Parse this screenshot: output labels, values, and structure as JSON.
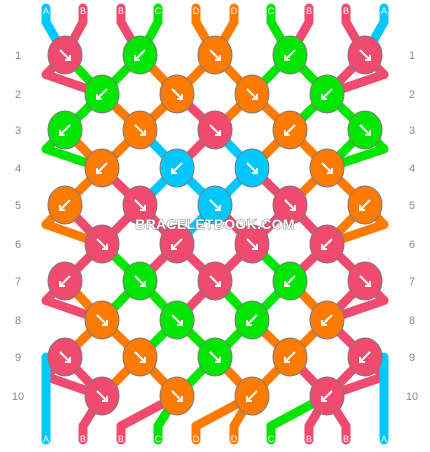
{
  "watermark": "BRACELETBOOK.COM",
  "row_labels": [
    "1",
    "2",
    "3",
    "4",
    "5",
    "6",
    "7",
    "8",
    "9",
    "10"
  ],
  "colors": {
    "A": "#00c8ff",
    "B": "#f04a6e",
    "C": "#00e600",
    "D": "#ff7a00"
  },
  "threads_top": [
    "A",
    "B",
    "B",
    "C",
    "D",
    "D",
    "C",
    "B",
    "B",
    "A"
  ],
  "threads_bottom": [
    "A",
    "B",
    "B",
    "C",
    "D",
    "D",
    "C",
    "B",
    "B",
    "A"
  ],
  "knots": [
    [
      {
        "c": "B",
        "a": "se"
      },
      {
        "c": "C",
        "a": "sw"
      },
      {
        "c": "D",
        "a": "se"
      },
      {
        "c": "C",
        "a": "sw"
      },
      {
        "c": "B",
        "a": "se"
      }
    ],
    [
      {
        "c": "C",
        "a": "sw"
      },
      {
        "c": "D",
        "a": "se"
      },
      {
        "c": "D",
        "a": "se"
      },
      {
        "c": "C",
        "a": "sw"
      }
    ],
    [
      {
        "c": "C",
        "a": "sw"
      },
      {
        "c": "D",
        "a": "se"
      },
      {
        "c": "B",
        "a": "se"
      },
      {
        "c": "D",
        "a": "sw"
      },
      {
        "c": "C",
        "a": "se"
      }
    ],
    [
      {
        "c": "D",
        "a": "sw"
      },
      {
        "c": "A",
        "a": "sw"
      },
      {
        "c": "A",
        "a": "se"
      },
      {
        "c": "D",
        "a": "se"
      }
    ],
    [
      {
        "c": "D",
        "a": "sw"
      },
      {
        "c": "B",
        "a": "se"
      },
      {
        "c": "A",
        "a": "se"
      },
      {
        "c": "B",
        "a": "se"
      },
      {
        "c": "D",
        "a": "sw"
      }
    ],
    [
      {
        "c": "B",
        "a": "se"
      },
      {
        "c": "B",
        "a": "sw"
      },
      {
        "c": "B",
        "a": "se"
      },
      {
        "c": "B",
        "a": "sw"
      }
    ],
    [
      {
        "c": "B",
        "a": "sw"
      },
      {
        "c": "C",
        "a": "se"
      },
      {
        "c": "B",
        "a": "se"
      },
      {
        "c": "C",
        "a": "sw"
      },
      {
        "c": "B",
        "a": "se"
      }
    ],
    [
      {
        "c": "D",
        "a": "se"
      },
      {
        "c": "C",
        "a": "se"
      },
      {
        "c": "C",
        "a": "sw"
      },
      {
        "c": "D",
        "a": "sw"
      }
    ],
    [
      {
        "c": "B",
        "a": "se"
      },
      {
        "c": "D",
        "a": "se"
      },
      {
        "c": "C",
        "a": "se"
      },
      {
        "c": "D",
        "a": "sw"
      },
      {
        "c": "B",
        "a": "sw"
      }
    ],
    [
      {
        "c": "B",
        "a": "se"
      },
      {
        "c": "D",
        "a": "se"
      },
      {
        "c": "D",
        "a": "sw"
      },
      {
        "c": "B",
        "a": "sw"
      }
    ]
  ]
}
